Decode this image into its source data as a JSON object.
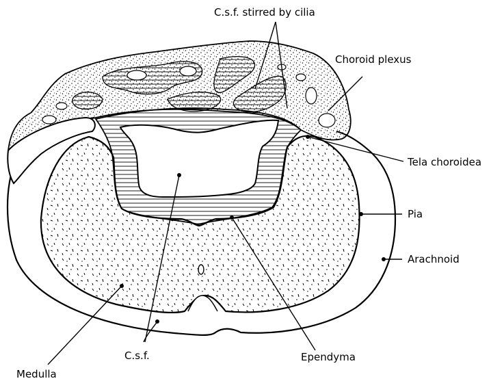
{
  "labels": {
    "csf_stirred": "C.s.f. stirred by cilia",
    "choroid_plexus": "Choroid plexus",
    "tela_choroidea": "Tela choroidea",
    "pia": "Pia",
    "arachnoid": "Arachnoid",
    "ependyma": "Ependyma",
    "csf": "C.s.f.",
    "medulla": "Medulla"
  }
}
